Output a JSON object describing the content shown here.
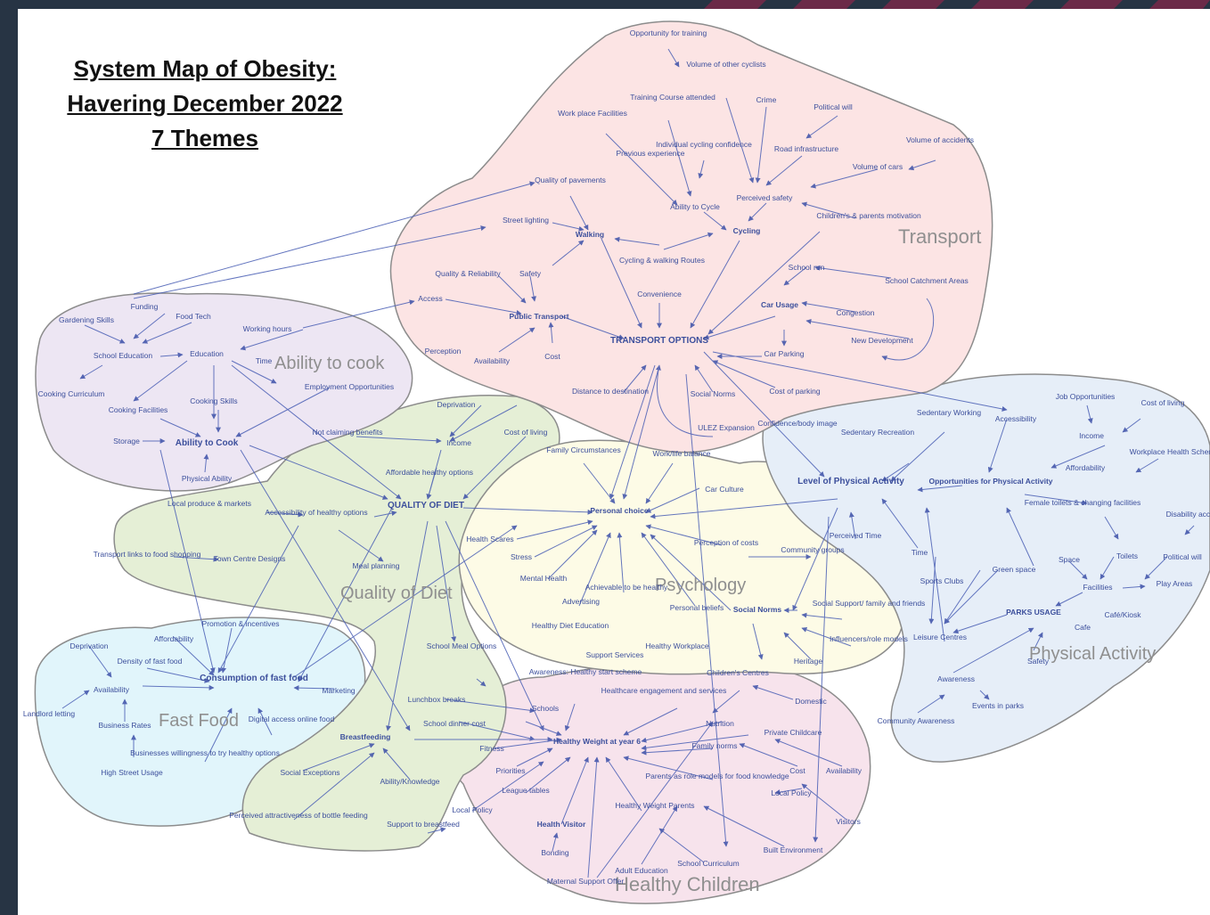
{
  "title": {
    "line1": "System Map of Obesity:",
    "line2": "Havering December 2022",
    "line3": "7 Themes"
  },
  "themes": [
    {
      "key": "transport",
      "label": "Transport",
      "color": "#fce4e4"
    },
    {
      "key": "cook",
      "label": "Ability to cook",
      "color": "#ede6f3"
    },
    {
      "key": "physical",
      "label": "Physical Activity",
      "color": "#e6eef8"
    },
    {
      "key": "diet",
      "label": "Quality of Diet",
      "color": "#e5efd6"
    },
    {
      "key": "psychology",
      "label": "Psychology",
      "color": "#fdfbe6"
    },
    {
      "key": "fastfood",
      "label": "Fast Food",
      "color": "#e1f5fb"
    },
    {
      "key": "children",
      "label": "Healthy Children",
      "color": "#f7e3ec"
    }
  ],
  "nodes": {
    "opp_training": "Opportunity for training",
    "vol_cyclists": "Volume of other cyclists",
    "training_course": "Training Course attended",
    "crime": "Crime",
    "political_will": "Political will",
    "workplace_fac": "Work place Facilities",
    "individual_conf": "Individual cycling confidence",
    "previous_exp": "Previous experience",
    "road_infra": "Road infrastructure",
    "volume_accidents": "Volume of accidents",
    "volume_cars": "Volume of cars",
    "quality_pavements": "Quality of pavements",
    "ability_cycle": "Ability to Cycle",
    "perceived_safety": "Perceived safety",
    "childrens_parents": "Children's & parents motivation",
    "street_lighting": "Street lighting",
    "walking": "Walking",
    "cycling": "Cycling",
    "cycling_walking_routes": "Cycling & walking Routes",
    "quality_reliability": "Quality & Reliability",
    "safety": "Safety",
    "convenience": "Convenience",
    "school_run": "School run",
    "school_catchment": "School Catchment Areas",
    "access": "Access",
    "public_transport": "Public Transport",
    "car_usage": "Car Usage",
    "congestion": "Congestion",
    "new_development": "New Development",
    "perception": "Perception",
    "availability_t": "Availability",
    "cost_t": "Cost",
    "transport_options": "TRANSPORT OPTIONS",
    "car_parking": "Car Parking",
    "distance_destination": "Distance to destination",
    "social_norms_t": "Social Norms",
    "cost_parking": "Cost of parking",
    "ulez": "ULEZ Expansion",
    "funding": "Funding",
    "gardening_skills": "Gardening Skills",
    "food_tech": "Food Tech",
    "working_hours": "Working hours",
    "school_education": "School Education",
    "education": "Education",
    "time_c": "Time",
    "employment_opps": "Employment Opportunities",
    "cooking_curriculum": "Cooking Curriculum",
    "cooking_facilities": "Cooking Facilities",
    "cooking_skills": "Cooking Skills",
    "storage": "Storage",
    "ability_cook": "Ability to Cook",
    "physical_ability": "Physical Ability",
    "deprivation_d": "Deprivation",
    "cost_living": "Cost of living",
    "not_claiming": "Not claiming benefits",
    "income_d": "Income",
    "affordable_healthy": "Affordable healthy options",
    "local_produce": "Local produce & markets",
    "accessibility_healthy": "Accessibility of healthy options",
    "quality_diet": "QUALITY OF DIET",
    "transport_links": "Transport links to food shopping",
    "town_centre": "Town Centre Designs",
    "meal_planning": "Meal planning",
    "family_circumstances": "Family Circumstances",
    "work_life": "Work/life balance",
    "car_culture": "Car Culture",
    "personal_choice": "Personal choice",
    "health_scares": "Health Scares",
    "stress": "Stress",
    "mental_health": "Mental Health",
    "perception_cost": "Perception of costs",
    "community_groups": "Community groups",
    "advertising": "Advertising",
    "achievable": "Achievable to be healthy",
    "personal_beliefs": "Personal beliefs",
    "social_norms_p": "Social Norms",
    "social_support": "Social Support/ family and friends",
    "influencers": "Influencers/role models",
    "healthy_diet_edu": "Healthy Diet Education",
    "support_services": "Support Services",
    "healthy_workplace": "Healthy Workplace",
    "heritage": "Heritage",
    "job_opps": "Job Opportunities",
    "cost_of_living_pa": "Cost of living",
    "sedentary_working": "Sedentary Working",
    "accessibility_pa": "Accessibility",
    "confidence_body": "Confidence/body image",
    "sedentary_recreation": "Sedentary Recreation",
    "income_pa": "Income",
    "workplace_health": "Workplace Health Schemes",
    "affordability_pa": "Affordability",
    "level_physical": "Level of Physical Activity",
    "opp_physical": "Opportunities for Physical Activity",
    "female_toilets": "Female toilets & changing facilities",
    "disability": "Disability access",
    "perceived_time": "Perceived Time",
    "time_pa": "Time",
    "toilets": "Toilets",
    "political_will_pa": "Political will",
    "green_space": "Green space",
    "space": "Space",
    "sports_clubs": "Sports Clubs",
    "facilities": "Facilities",
    "play_areas": "Play Areas",
    "parks_usage": "PARKS USAGE",
    "cafe": "Cafe",
    "cafe_kiosk": "Café/Kiosk",
    "leisure_centres": "Leisure Centres",
    "safety_pa": "Safety",
    "awareness": "Awareness",
    "events_parks": "Events in parks",
    "community_awareness": "Community Awareness",
    "promotion": "Promotion & incentives",
    "affordability_ff": "Affordability",
    "deprivation_ff": "Deprivation",
    "density": "Density of fast food",
    "availability_ff": "Availability",
    "consumption": "Consumption of fast food",
    "marketing": "Marketing",
    "landlord": "Landlord letting",
    "business_rates": "Business Rates",
    "digital_access": "Digital access online food",
    "business_willingness": "Businesses willingness to try healthy options",
    "high_street": "High Street Usage",
    "school_meal": "School Meal Options",
    "healthy_start": "Awareness: Healthy start scheme",
    "healthcare": "Healthcare engagement and services",
    "childrens_centres": "Children's Centres",
    "domestic": "Domestic",
    "lunchbox": "Lunchbox breaks",
    "schools": "Schools",
    "school_dinner": "School dinner cost",
    "nutrition": "Nutrition",
    "private_childcare": "Private Childcare",
    "breastfeeding": "Breastfeeding",
    "healthy_weight": "Healthy Weight at year 6",
    "family_norms": "Family norms",
    "fitness": "Fitness",
    "sugar_drinks": "Social Exceptions",
    "priorities": "Priorities",
    "parents_role": "Parents as role models for food knowledge",
    "cost_hc": "Cost",
    "availability_hc": "Availability",
    "ability_knowledge": "Ability/Knowledge",
    "league_tables": "League tables",
    "local_policy": "Local Policy",
    "local_policy2": "Local Policy",
    "perceived_attractiveness": "Perceived attractiveness of bottle feeding",
    "health_visitor": "Health Visitor",
    "healthy_weight_parents": "Healthy Weight Parents",
    "visitors": "Visitors",
    "support_breastfeed": "Support to breastfeed",
    "bonding": "Bonding",
    "built_environment": "Built Environment",
    "adult_education": "Adult Education",
    "school_curriculum": "School Curriculum",
    "maternal_support": "Maternal Support Offer"
  }
}
